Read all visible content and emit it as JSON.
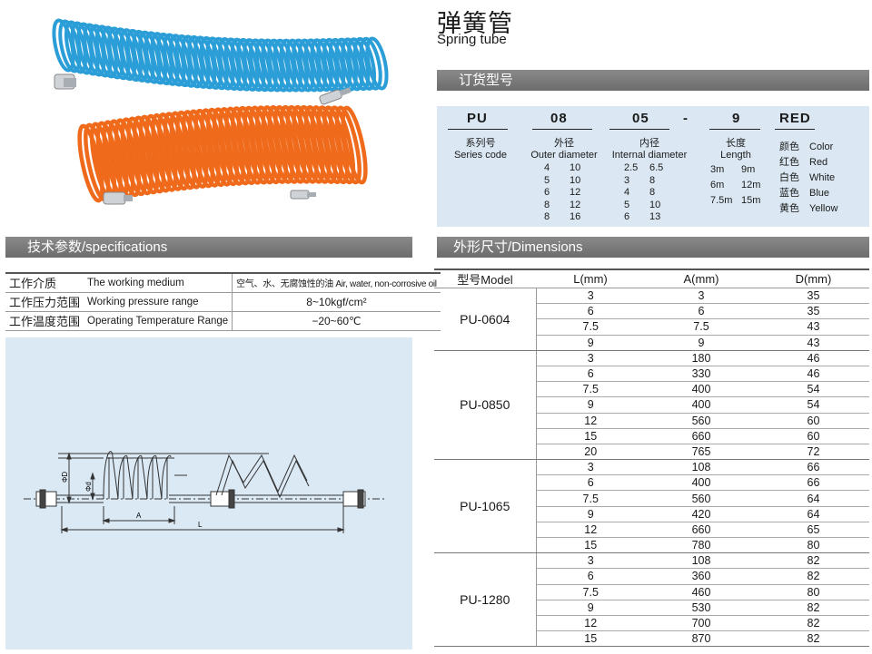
{
  "title": {
    "cn": "弹簧管",
    "en": "Spring tube"
  },
  "order": {
    "header": "订货型号",
    "codes": [
      "PU",
      "08",
      "05",
      "-",
      "9",
      "RED"
    ],
    "series": {
      "cn": "系列号",
      "en": "Series code"
    },
    "outer": {
      "cn": "外径",
      "en": "Outer diameter"
    },
    "inner": {
      "cn": "内径",
      "en": "Internal diameter"
    },
    "length": {
      "cn": "长度",
      "en": "Length"
    },
    "color": {
      "cn": "颜色",
      "en": "Color"
    },
    "outer_values": [
      [
        "4",
        "10"
      ],
      [
        "5",
        "10"
      ],
      [
        "6",
        "12"
      ],
      [
        "8",
        "12"
      ],
      [
        "8",
        "16"
      ]
    ],
    "inner_values": [
      [
        "2.5",
        "6.5"
      ],
      [
        "3",
        "8"
      ],
      [
        "4",
        "8"
      ],
      [
        "5",
        "10"
      ],
      [
        "6",
        "13"
      ]
    ],
    "length_values": [
      [
        "3m",
        "9m"
      ],
      [
        "6m",
        "12m"
      ],
      [
        "7.5m",
        "15m"
      ]
    ],
    "colors": [
      {
        "cn": "红色",
        "en": "Red"
      },
      {
        "cn": "白色",
        "en": "White"
      },
      {
        "cn": "蓝色",
        "en": "Blue"
      },
      {
        "cn": "黄色",
        "en": "Yellow"
      }
    ]
  },
  "spec": {
    "header": "技术参数/specifications",
    "rows": [
      {
        "cn": "工作介质",
        "en": "The working medium",
        "value": "空气、水、无腐蚀性的油 Air, water, non-corrosive oil"
      },
      {
        "cn": "工作压力范围",
        "en": "Working pressure range",
        "value": "8~10kgf/cm²"
      },
      {
        "cn": "工作温度范围",
        "en": "Operating Temperature Range",
        "value": "−20~60℃"
      }
    ]
  },
  "drawing": {
    "label_A": "A",
    "label_L": "L",
    "label_phiD": "ΦD",
    "label_phid": "Φd"
  },
  "dimensions": {
    "header": "外形尺寸/Dimensions",
    "columns": [
      "型号Model",
      "L(mm)",
      "A(mm)",
      "D(mm)"
    ],
    "groups": [
      {
        "model": "PU-0604",
        "rows": [
          [
            "3",
            "3",
            "35"
          ],
          [
            "6",
            "6",
            "35"
          ],
          [
            "7.5",
            "7.5",
            "43"
          ],
          [
            "9",
            "9",
            "43"
          ]
        ]
      },
      {
        "model": "PU-0850",
        "rows": [
          [
            "3",
            "180",
            "46"
          ],
          [
            "6",
            "330",
            "46"
          ],
          [
            "7.5",
            "400",
            "54"
          ],
          [
            "9",
            "400",
            "54"
          ],
          [
            "12",
            "560",
            "60"
          ],
          [
            "15",
            "660",
            "60"
          ],
          [
            "20",
            "765",
            "72"
          ]
        ]
      },
      {
        "model": "PU-1065",
        "rows": [
          [
            "3",
            "108",
            "66"
          ],
          [
            "6",
            "400",
            "66"
          ],
          [
            "7.5",
            "560",
            "64"
          ],
          [
            "9",
            "420",
            "64"
          ],
          [
            "12",
            "660",
            "65"
          ],
          [
            "15",
            "780",
            "80"
          ]
        ]
      },
      {
        "model": "PU-1280",
        "rows": [
          [
            "3",
            "108",
            "82"
          ],
          [
            "6",
            "360",
            "82"
          ],
          [
            "7.5",
            "460",
            "80"
          ],
          [
            "9",
            "530",
            "82"
          ],
          [
            "12",
            "700",
            "82"
          ],
          [
            "15",
            "870",
            "82"
          ]
        ]
      }
    ]
  },
  "colors": {
    "blue_tube": "#2b9ed8",
    "orange_tube": "#f06a1c",
    "panel_bg": "#dbe8f3",
    "bar_grey": "#7a7a7a"
  }
}
